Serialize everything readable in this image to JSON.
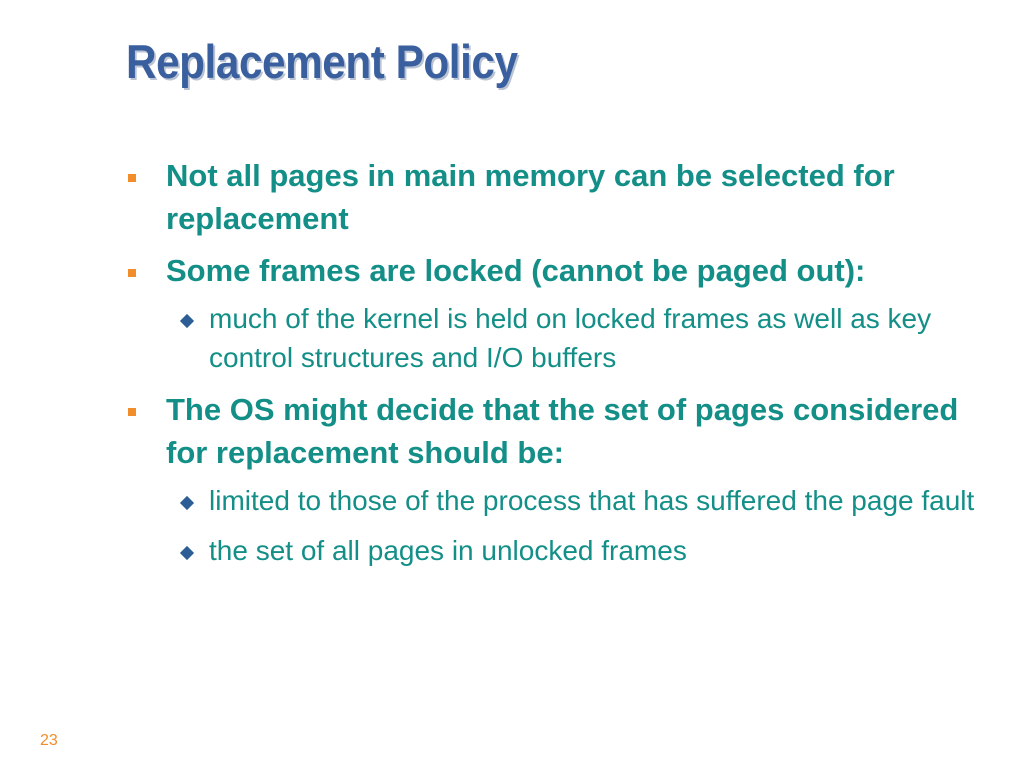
{
  "slide": {
    "title": "Replacement Policy",
    "bullets": [
      {
        "text": "Not all pages in main memory can be selected for replacement",
        "marker_icon": "orange-square-bullet"
      },
      {
        "text": "Some frames are locked (cannot be paged out):",
        "marker_icon": "orange-square-bullet",
        "subitems": [
          {
            "text": "much of the kernel is held on locked frames as well as key control structures and I/O buffers",
            "marker_icon": "blue-diamond-bullet"
          }
        ]
      },
      {
        "text": "The OS might decide that the set of pages considered for replacement should be:",
        "marker_icon": "orange-square-bullet",
        "subitems": [
          {
            "text": "limited to those of the process that has suffered the page fault",
            "marker_icon": "blue-diamond-bullet"
          },
          {
            "text": "the set of all pages in unlocked frames",
            "marker_icon": "blue-diamond-bullet"
          }
        ]
      }
    ],
    "page_number": "23",
    "colors": {
      "title": "#3a5f9e",
      "body_text": "#138f88",
      "bullet_marker": "#f28d2c",
      "sub_bullet_marker": "#2c5e95",
      "page_number": "#f28d2c"
    }
  }
}
